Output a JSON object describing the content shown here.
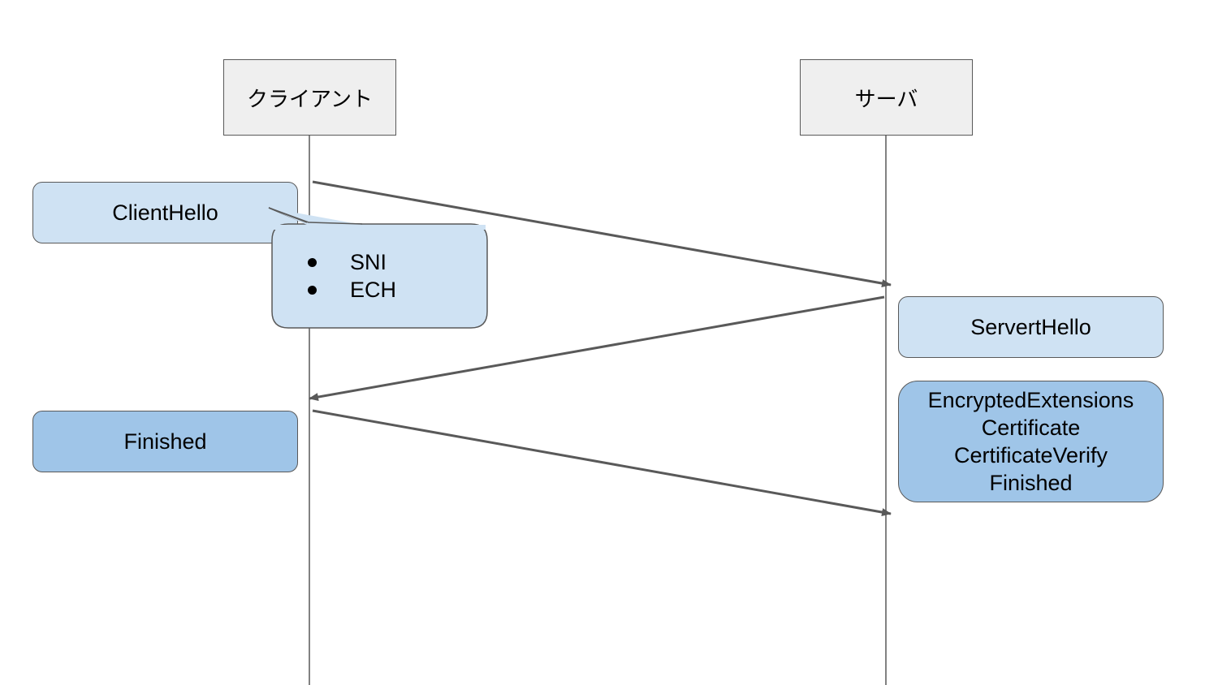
{
  "participants": {
    "client": "クライアント",
    "server": "サーバ"
  },
  "client_messages": {
    "client_hello": "ClientHello",
    "finished": "Finished"
  },
  "callout": {
    "items": [
      "SNI",
      "ECH"
    ]
  },
  "server_messages": {
    "server_hello": "ServertHello",
    "encrypted_lines": [
      "EncryptedExtensions",
      "Certificate",
      "CertificateVerify",
      "Finished"
    ]
  },
  "colors": {
    "light_fill": "#cfe2f3",
    "dark_fill": "#9fc5e8",
    "participant_fill": "#efefef",
    "line": "#595959"
  }
}
